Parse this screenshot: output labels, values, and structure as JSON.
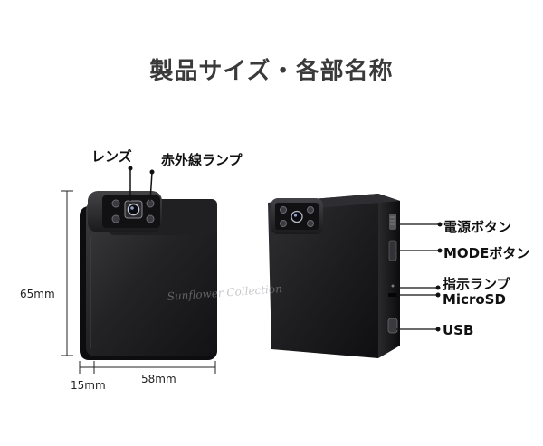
{
  "title": "製品サイズ・各部名称",
  "labels": {
    "lens": "レンズ",
    "ir_lamp": "赤外線ランプ",
    "power_button": "電源ボタン",
    "mode_button": "MODEボタン",
    "indicator_lamp": "指示ランプ",
    "microsd": "MicroSD",
    "usb": "USB"
  },
  "dimensions": {
    "height": "65mm",
    "depth": "15mm",
    "width": "58mm"
  },
  "watermark": "Sunflower Collection",
  "colors": {
    "body": "#1b1b1d",
    "body_edge": "#3a3a3e",
    "title": "#3a3a3a"
  }
}
